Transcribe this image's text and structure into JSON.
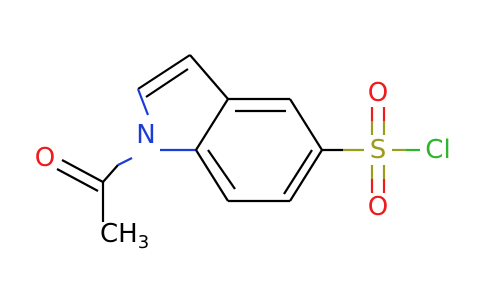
{
  "molecule": {
    "atoms": {
      "n": {
        "label": "N",
        "color": "#1c3cd8"
      },
      "o_acetyl": {
        "label": "O",
        "color": "#ee1c1c"
      },
      "ch3": {
        "label": "CH",
        "sub": "3",
        "color": "#000000"
      },
      "s": {
        "label": "S",
        "color": "#9c9c1e"
      },
      "o_top": {
        "label": "O",
        "color": "#ee1c1c"
      },
      "o_bottom": {
        "label": "O",
        "color": "#ee1c1c"
      },
      "cl": {
        "label": "Cl",
        "color": "#2db52d"
      }
    }
  }
}
